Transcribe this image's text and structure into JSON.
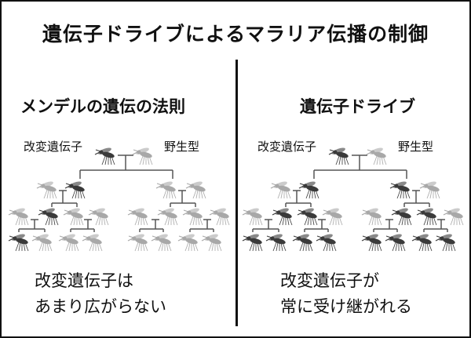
{
  "title": "遺伝子ドライブによるマラリア伝播の制御",
  "colors": {
    "modified": "#3a3a3a",
    "wild": "#a8a8a8",
    "line": "#555555"
  },
  "panels": [
    {
      "heading": "メンデルの遺伝の法則",
      "label_modified": "改変遺伝子",
      "label_wild": "野生型",
      "conclusion_line1": "改変遺伝子は",
      "conclusion_line2": "あまり広がらない",
      "generations": [
        [
          "modified",
          "wild"
        ],
        [
          "wild",
          "modified",
          "wild",
          "wild"
        ],
        [
          "wild",
          "modified",
          "wild",
          "wild",
          "wild",
          "wild",
          "wild",
          "wild"
        ],
        [
          "modified",
          "wild",
          "wild",
          "wild",
          "wild",
          "wild",
          "wild",
          "wild"
        ]
      ]
    },
    {
      "heading": "遺伝子ドライブ",
      "label_modified": "改変遺伝子",
      "label_wild": "野生型",
      "conclusion_line1": "改変遺伝子が",
      "conclusion_line2": "常に受け継がれる",
      "generations": [
        [
          "modified",
          "wild"
        ],
        [
          "wild",
          "modified",
          "modified",
          "wild"
        ],
        [
          "wild",
          "modified",
          "modified",
          "wild",
          "wild",
          "modified",
          "modified",
          "wild"
        ],
        [
          "modified",
          "modified",
          "modified",
          "modified",
          "modified",
          "modified",
          "modified",
          "modified"
        ]
      ]
    }
  ]
}
